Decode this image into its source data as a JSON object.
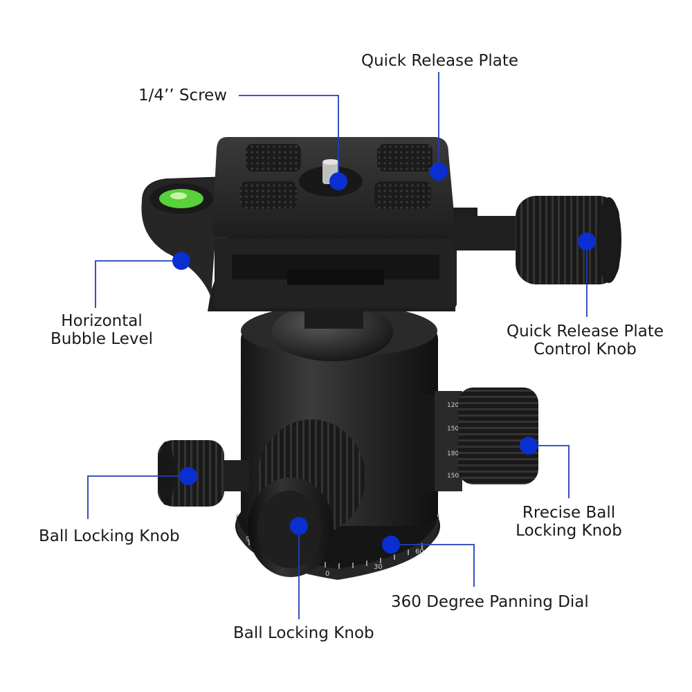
{
  "colors": {
    "marker": "#0a2fd0",
    "leader_line": "#1f3fb8",
    "product_dark": "#1c1c1c",
    "product_mid": "#2e2e2e",
    "product_light": "#4a4a4a",
    "bubble_green": "#58d13a"
  },
  "labels": {
    "quick_release_plate": "Quick Release Plate",
    "screw": "1/4’’ Screw",
    "bubble_level_line1": "Horizontal",
    "bubble_level_line2": "Bubble Level",
    "plate_knob_line1": "Quick Release Plate",
    "plate_knob_line2": "Control Knob",
    "precise_knob_line1": "Rrecise Ball",
    "precise_knob_line2": "Locking Knob",
    "ball_locking_knob_left": "Ball Locking Knob",
    "panning_dial": "360 Degree Panning Dial",
    "ball_locking_knob_bottom": "Ball Locking Knob"
  },
  "dial_scale": {
    "panning_numbers": [
      "0",
      "30",
      "60",
      "90"
    ],
    "side_knob_numbers": [
      "120",
      "150",
      "180",
      "150"
    ]
  }
}
